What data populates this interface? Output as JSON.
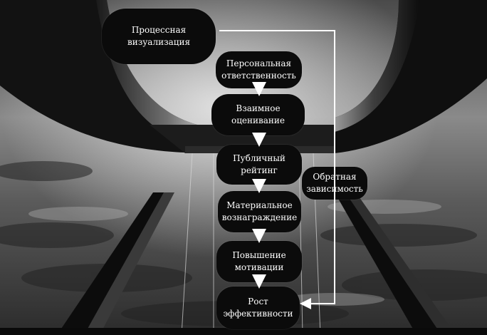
{
  "diagram": {
    "nodes": {
      "process_viz": "Процессная\nвизуализация",
      "personal_resp": "Персональная\nответственность",
      "mutual_eval": "Взаимное\nоценивание",
      "public_rating": "Публичный\nрейтинг",
      "material_reward": "Материальное\nвознаграждение",
      "motivation_up": "Повышение\nмотивации",
      "efficiency_up": "Рост\nэффективности",
      "feedback": "Обратная\nзависимость"
    },
    "edges": [
      [
        "personal_resp",
        "mutual_eval"
      ],
      [
        "mutual_eval",
        "public_rating"
      ],
      [
        "public_rating",
        "material_reward"
      ],
      [
        "material_reward",
        "motivation_up"
      ],
      [
        "motivation_up",
        "efficiency_up"
      ],
      [
        "process_viz",
        "efficiency_up"
      ]
    ],
    "colors": {
      "node_fill": "#0b0b0b",
      "text": "#ffffff",
      "arrow": "#ffffff"
    }
  }
}
